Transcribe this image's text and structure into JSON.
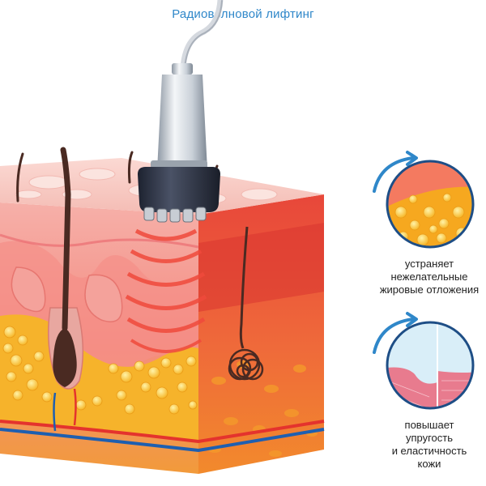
{
  "title": "Радиоволновой лифтинг",
  "benefits": [
    {
      "lines": [
        "устраняет",
        "нежелательные",
        "жировые отложения"
      ]
    },
    {
      "lines": [
        "повышает",
        "упругость",
        "и еластичность",
        "кожи"
      ]
    }
  ],
  "colors": {
    "title": "#2f87c9",
    "skin_top": "#f7c9c3",
    "dermis": "#ef5a48",
    "fat": "#f7a51c",
    "rf_waves": "#f04a3c",
    "vessel_red": "#e4332d",
    "vessel_blue": "#1f5fb0",
    "hair": "#4a2a22"
  }
}
